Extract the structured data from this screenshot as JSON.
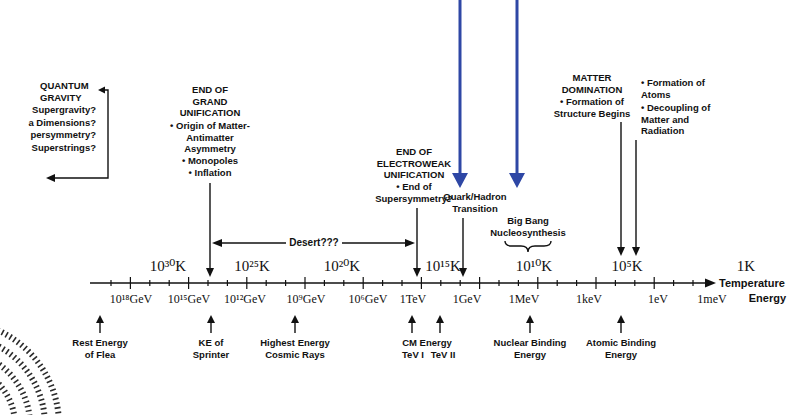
{
  "diagram": {
    "labels": [
      "QUANTUM GRAVITY",
      "Supergravity?",
      "a Dimensions?",
      "persymmetry?",
      "Superstrings?",
      "END OF GRAND UNIFICATION",
      "• Origin of Matter-Antimatter Asymmetry",
      "• Monopoles",
      "• Inflation",
      "END OF ELECTROWEAK UNIFICATION",
      "• End of Supersymmetry?",
      "Quark/Hadron Transition",
      "Big Bang Nucleosynthesis",
      "MATTER DOMINATION",
      "• Formation of Structure Begins",
      "• Formation of Atoms",
      "• Decoupling of Matter and Radiation",
      "Desert???",
      "10³⁰K",
      "10²⁵K",
      "10²⁰K",
      "10¹⁵K",
      "10¹⁰K",
      "10⁵K",
      "1K",
      "Temperature",
      "10¹⁸GeV",
      "10¹⁵GeV",
      "10¹²GeV",
      "10⁹GeV",
      "10⁶GeV",
      "1TeV",
      "1GeV",
      "1MeV",
      "1keV",
      "1eV",
      "1meV",
      "Energy",
      "Rest Energy of Flea",
      "KE of Sprinter",
      "Highest Energy Cosmic Rays",
      "CM Energy",
      "TeV I",
      "TeV II",
      "Nuclear Binding Energy",
      "Atomic Binding Energy"
    ]
  }
}
